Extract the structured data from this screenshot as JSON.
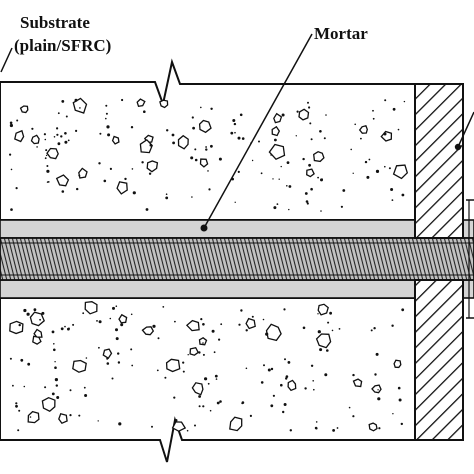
{
  "labels": {
    "substrate_line1": "Substrate",
    "substrate_line2": "(plain/SFRC)",
    "mortar": "Mortar"
  },
  "colors": {
    "ink": "#111111",
    "mortar_fill": "#d4d4d4",
    "bar_fill": "#bdbdbd",
    "concrete_fill": "#ffffff"
  }
}
